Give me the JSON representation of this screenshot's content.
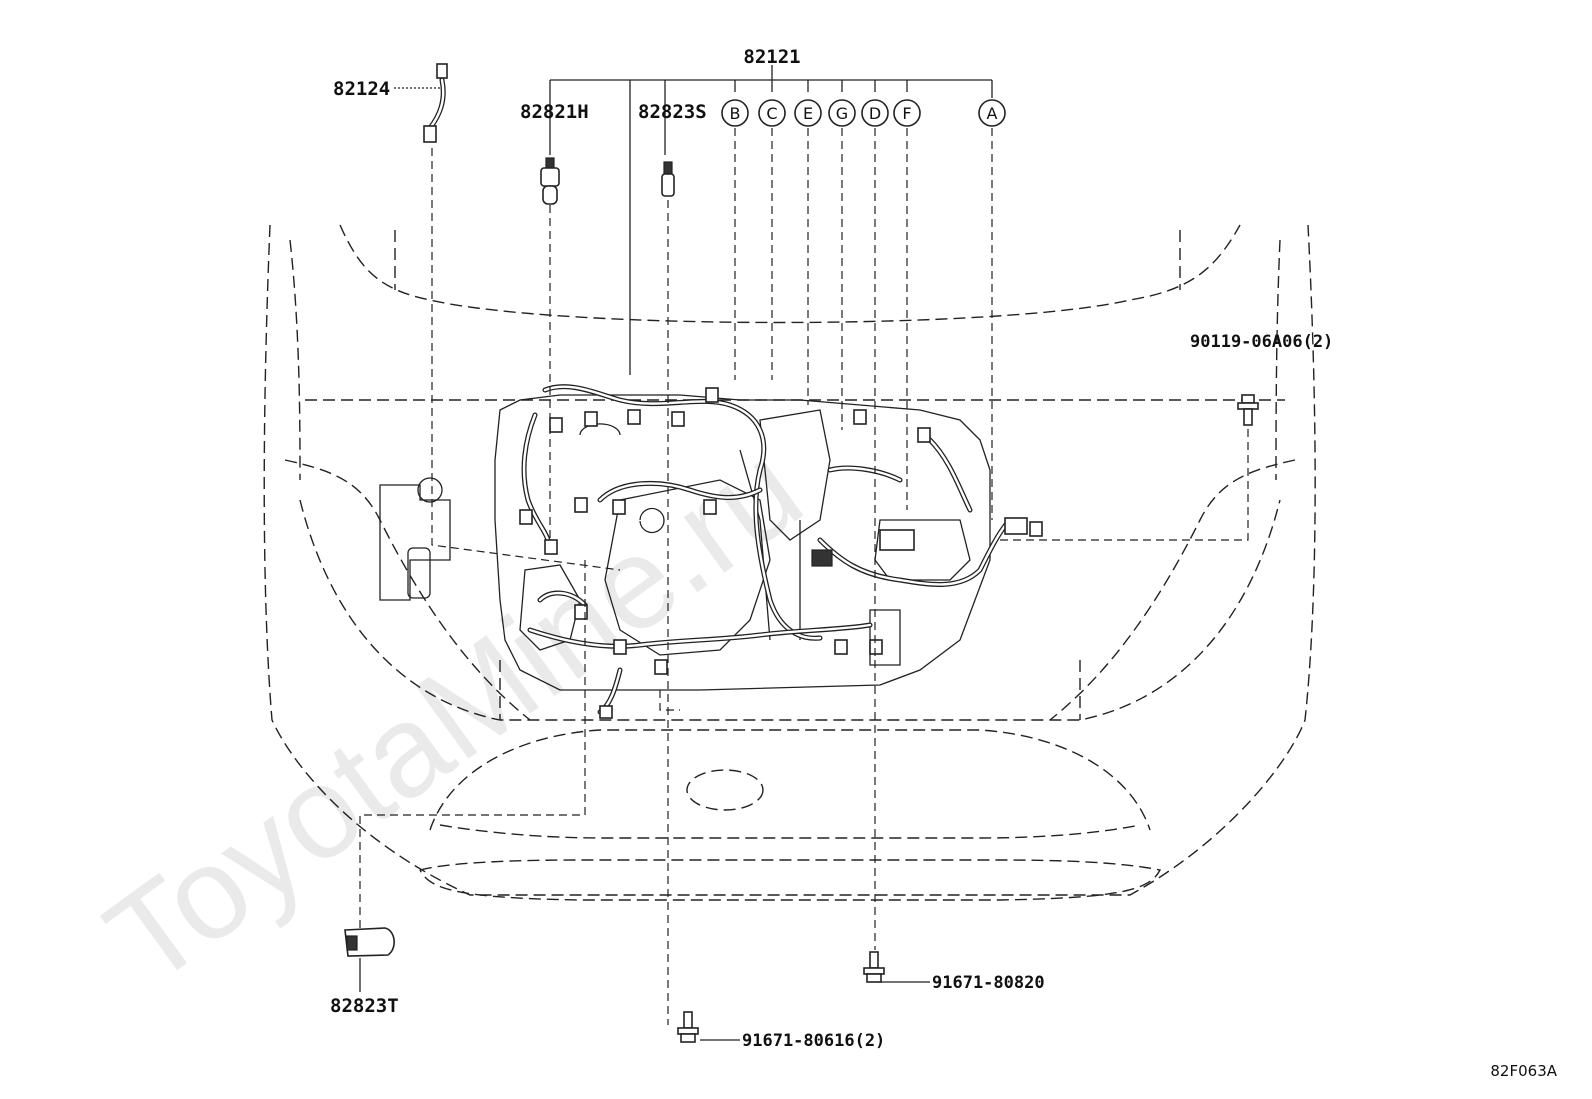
{
  "labels": {
    "harness_main": "82121",
    "wire_82124": "82124",
    "clamp_82821h": "82821H",
    "clamp_82823s": "82823S",
    "clamp_82823t": "82823T",
    "bolt_90119": "90119-06A06(2)",
    "bolt_91671_80820": "91671-80820",
    "bolt_91671_80616": "91671-80616(2)"
  },
  "callouts": [
    "B",
    "C",
    "E",
    "G",
    "D",
    "F",
    "A"
  ],
  "diagram_code": "82F063A",
  "watermark": "ToyotaMine.ru"
}
